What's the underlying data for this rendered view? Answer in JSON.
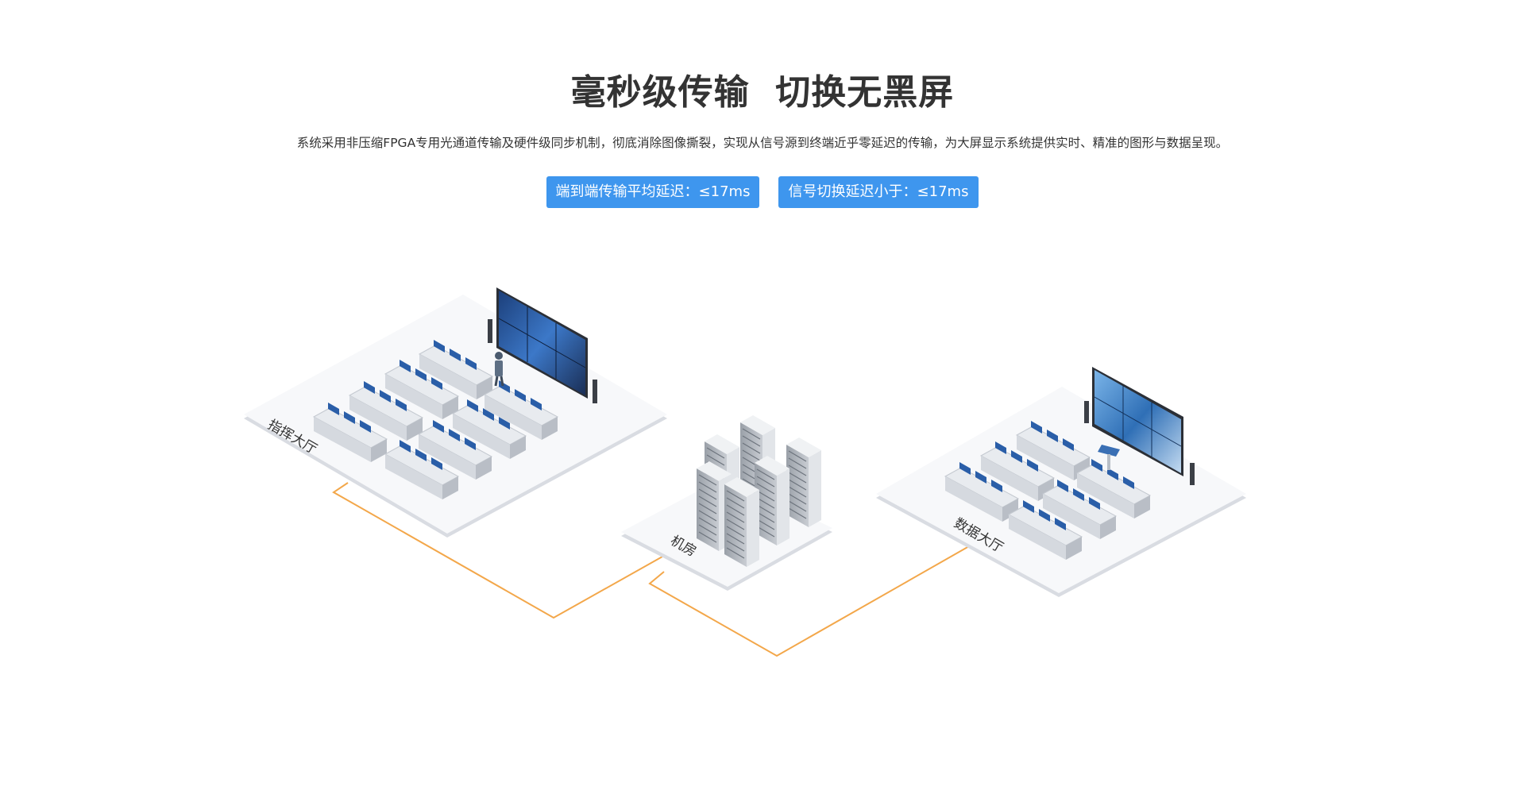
{
  "hero": {
    "title": "毫秒级传输  切换无黑屏",
    "description": "系统采用非压缩FPGA专用光通道传输及硬件级同步机制，彻底消除图像撕裂，实现从信号源到终端近乎零延迟的传输，为大屏显示系统提供实时、精准的图形与数据呈现。",
    "badges": [
      {
        "label": "端到端传输平均延迟：≤17ms"
      },
      {
        "label": "信号切换延迟小于：≤17ms"
      }
    ]
  },
  "scene": {
    "zones": [
      {
        "label": "指挥大厅"
      },
      {
        "label": "机房"
      },
      {
        "label": "数据大厅"
      }
    ],
    "colors": {
      "platform": "#f7f8fa",
      "platform_edge": "#d9dce2",
      "connector": "#f3a74a",
      "desk": "#d5d9df",
      "screen": "#2a5ea8",
      "server": "#cfd3d8"
    }
  }
}
